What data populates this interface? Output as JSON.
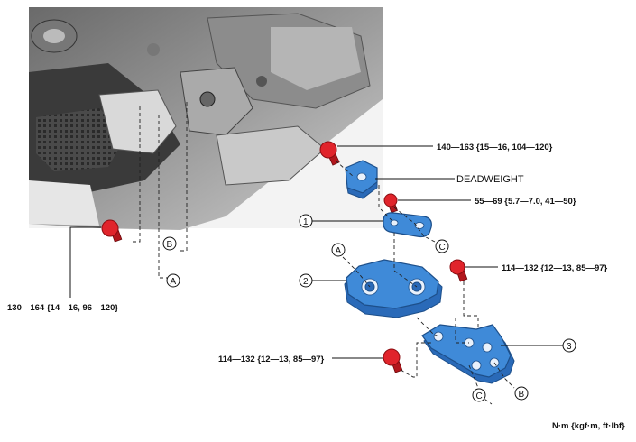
{
  "torque_specs": {
    "top_bolt": "140—163 {15—16, 104—120}",
    "mid_bolt": "55—69 {5.7—7.0, 41—50}",
    "right_bolt": "114—132 {12—13, 85—97}",
    "lower_bolt": "114—132 {12—13, 85—97}",
    "left_bolt": "130—164 {14—16, 96—120}"
  },
  "labels": {
    "deadweight": "DEADWEIGHT"
  },
  "callouts": {
    "part1": "1",
    "part2": "2",
    "part3": "3",
    "a_engine": "A",
    "b_engine": "B",
    "a_part": "A",
    "b_part": "B",
    "c_part1": "C",
    "c_part3": "C"
  },
  "units": "N·m {kgf·m, ft·lbf}",
  "colors": {
    "part_blue": "#3f8ad8",
    "bolt_red": "#e0242b"
  }
}
